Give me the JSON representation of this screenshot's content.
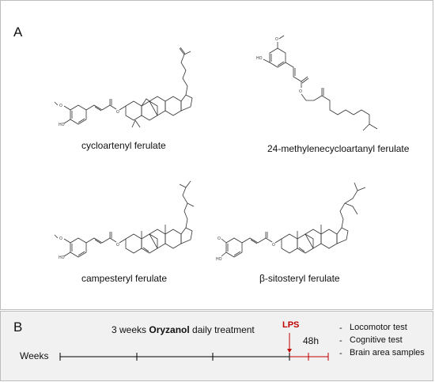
{
  "panel_a": {
    "label": "A",
    "structures": [
      {
        "name": "cycloartenyl ferulate"
      },
      {
        "name": "24-methylenecycloartanyl ferulate"
      },
      {
        "name": "campesteryl ferulate"
      },
      {
        "name": "β-sitosteryl ferulate"
      }
    ]
  },
  "panel_b": {
    "label": "B",
    "treatment_prefix": "3 weeks ",
    "treatment_bold": "Oryzanol",
    "treatment_suffix": " daily treatment",
    "weeks_label": "Weeks",
    "lps_label": "LPS",
    "interval_label": "48h",
    "dash": "-",
    "tests": [
      "Locomotor test",
      "Cognitive test",
      "Brain area samples"
    ],
    "colors": {
      "timeline": "#000000",
      "lps": "#c00000"
    }
  }
}
